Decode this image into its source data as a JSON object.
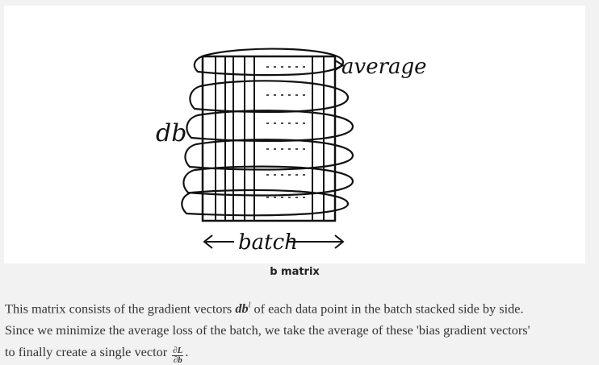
{
  "figure": {
    "label_average": "average",
    "label_db": "db",
    "label_batch": "batch",
    "caption": "b matrix"
  },
  "paragraph": {
    "line1_before": "This matrix consists of the gradient vectors ",
    "line1_math": "db",
    "line1_math_sup": "l",
    "line1_after": " of each data point in the batch stacked side by side.",
    "line2": "Since we minimize the average loss of the batch, we take the average of these 'bias gradient vectors'",
    "line3_before": "to finally create a single vector ",
    "frac_num": "∂L",
    "frac_den": "∂b",
    "line3_after": "."
  }
}
